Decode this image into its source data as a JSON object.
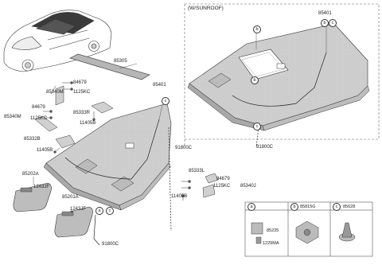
{
  "sunroof_box": {
    "title": "(W/SUNROOF)",
    "part_no": "85401",
    "callouts": [
      "b",
      "c"
    ],
    "inner_callouts": [
      "b",
      "b",
      "c"
    ],
    "wire_label": "91800C"
  },
  "main_headlining": {
    "part_no": "85401",
    "callout": "c",
    "wire_label": "91800C"
  },
  "parts": {
    "roof_trim": "85305",
    "bracket_upper": "85340M",
    "bolt_a": "84679",
    "clip_a": "1125KC",
    "bracket_mid": "85340M",
    "bolt_b": "84679",
    "clip_b": "1125KC",
    "mount_333r": "85333R",
    "screw_r": "11405B",
    "mount_332b": "85332B",
    "screw_332b": "11405B",
    "visor_left_panel": "85202A",
    "visor_left_screw": "1243JF",
    "visor_right": "85201A",
    "visor_right_screw": "1243JF",
    "mount_333l": "85333L",
    "bolt_c": "84679",
    "clip_c": "1125KC",
    "screw_l": "11405B",
    "bracket_340j": "85340J",
    "visor_callout_a": "a",
    "visor_callout_c": "c"
  },
  "legend": {
    "cells": [
      {
        "letter": "a",
        "part_no": "85235",
        "sub_part": "1229MA"
      },
      {
        "letter": "b",
        "part_no": "85815G"
      },
      {
        "letter": "c",
        "part_no": "85628"
      }
    ]
  },
  "colors": {
    "line": "#333333",
    "part_fill": "#d6d6d6",
    "part_dark": "#a9a9a9",
    "dashed_border": "#666666"
  }
}
